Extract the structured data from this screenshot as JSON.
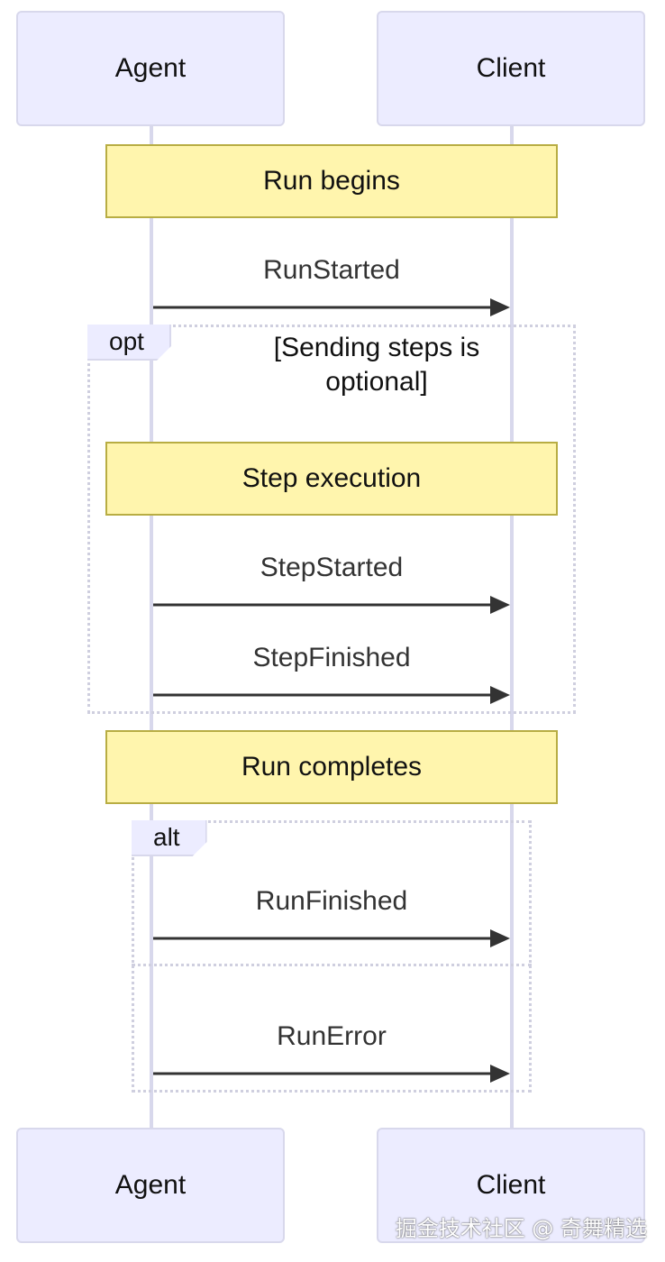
{
  "participants": {
    "agent": "Agent",
    "client": "Client"
  },
  "notes": {
    "run_begins": "Run begins",
    "step_execution": "Step execution",
    "run_completes": "Run completes"
  },
  "messages": {
    "run_started": "RunStarted",
    "step_started": "StepStarted",
    "step_finished": "StepFinished",
    "run_finished": "RunFinished",
    "run_error": "RunError"
  },
  "frames": {
    "opt": {
      "tag": "opt",
      "condition_line1": "[Sending steps is",
      "condition_line2": "optional]"
    },
    "alt": {
      "tag": "alt"
    }
  },
  "watermark": "掘金技术社区 @ 奇舞精选",
  "colors": {
    "actor_fill": "#ececff",
    "actor_border": "#d8d8ec",
    "note_fill": "#fff5ad",
    "note_border": "#b8ad43",
    "arrow": "#333333",
    "frame_border": "#cfcfdf"
  }
}
